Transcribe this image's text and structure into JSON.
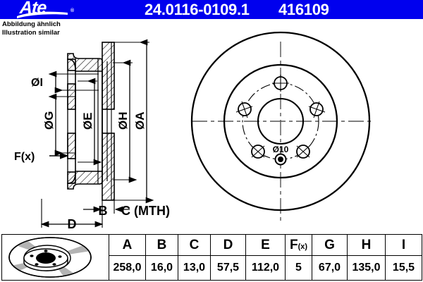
{
  "header": {
    "brand": "Ate",
    "brand_mark": "®",
    "part_number": "24.0116-0109.1",
    "reference_number": "416109",
    "banner_color": "#0000EE"
  },
  "disclaimer": {
    "line_de": "Abbildung ähnlich",
    "line_en": "Illustration similar"
  },
  "section_view": {
    "labels": {
      "dia_i": "ØI",
      "dia_g": "ØG",
      "dia_e": "ØE",
      "dia_h": "ØH",
      "dia_a": "ØA",
      "force": "F(x)",
      "b": "B",
      "c": "C (MTH)",
      "d": "D"
    }
  },
  "front_view": {
    "hole_label": "Ø10",
    "bolt_count": 5
  },
  "spec_table": {
    "columns": [
      "A",
      "B",
      "C",
      "D",
      "E",
      "F(x)",
      "G",
      "H",
      "I"
    ],
    "fx_main": "F",
    "fx_sub": "(x)",
    "values": [
      "258,0",
      "16,0",
      "13,0",
      "57,5",
      "112,0",
      "5",
      "67,0",
      "135,0",
      "15,5"
    ]
  },
  "thumbnail": {
    "name": "brake-disc-3d-thumbnail"
  }
}
